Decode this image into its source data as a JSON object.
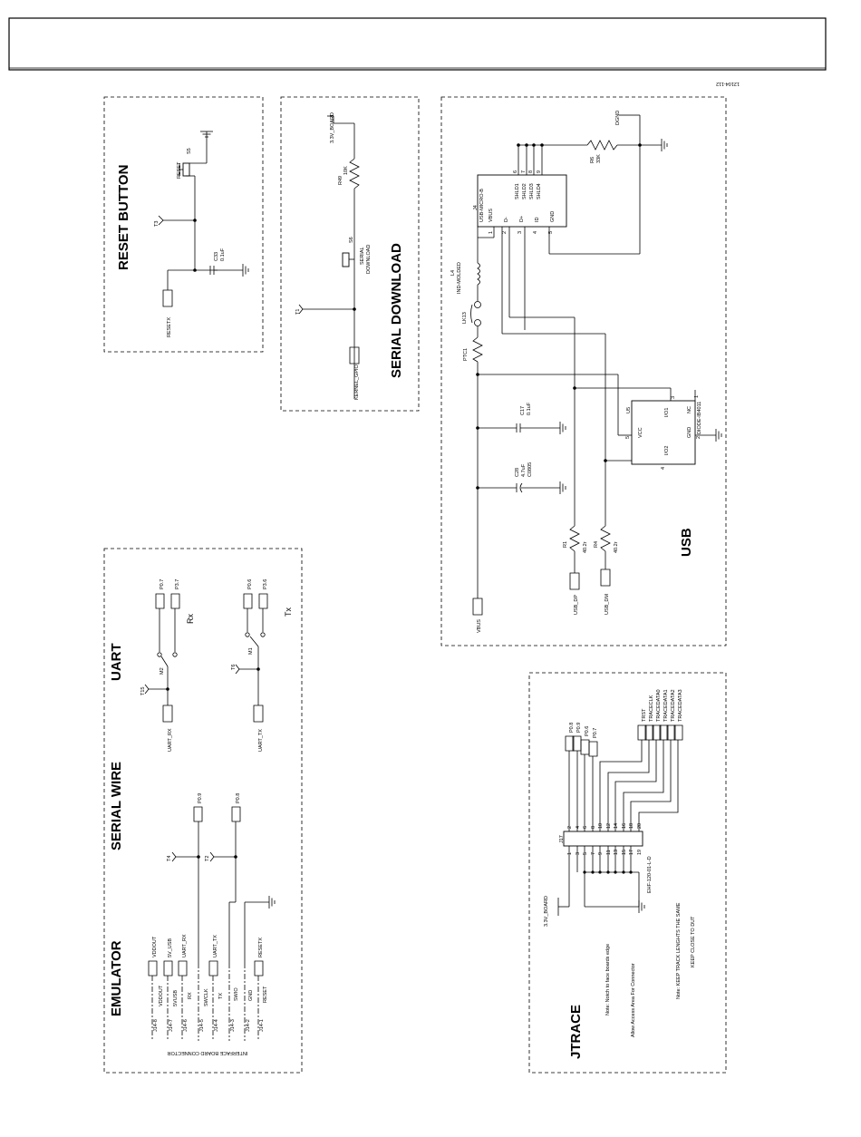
{
  "figure_id": "12104-112",
  "sections": {
    "reset_button": {
      "title": "RESET BUTTON",
      "parts": {
        "switch_ref": "S5",
        "switch_name": "RESET",
        "cap_ref": "C33",
        "cap_value": "0.1uF",
        "test_point": "T3",
        "port": "RESETX"
      }
    },
    "serial_download": {
      "title": "SERIAL DOWNLOAD",
      "parts": {
        "supply": "3.3V_BOARD",
        "res_ref": "R49",
        "res_value": "10K",
        "switch_ref": "S6",
        "switch_name_1": "SERIAL",
        "switch_name_2": "DOWNLOAD",
        "test_point": "T1",
        "port": "KERNEL_GPIO"
      }
    },
    "usb": {
      "title": "USB",
      "connector": {
        "ref": "J4",
        "part": "USB-MICRO-B",
        "pins": [
          "VBUS",
          "D-",
          "D+",
          "ID",
          "GND"
        ],
        "pin_nums": [
          "1",
          "2",
          "3",
          "4",
          "5"
        ],
        "shield": [
          "SHLD1",
          "SHLD2",
          "SHLD3",
          "SHLD4"
        ],
        "shield_nums": [
          "6",
          "7",
          "8",
          "9"
        ]
      },
      "dgnd": "DGND",
      "r6": {
        "ref": "R6",
        "value": "33K"
      },
      "l4": {
        "ref": "L4",
        "value": "IND-MOLDED"
      },
      "lk13": "LK13",
      "ptc1": "PTC1",
      "c17": {
        "ref": "C17",
        "value": "0.1uF"
      },
      "c28": {
        "ref": "C28",
        "value": "4.7uF",
        "pkg": "C0805"
      },
      "r1": {
        "ref": "R1",
        "value": "40.2r"
      },
      "r4": {
        "ref": "R4",
        "value": "40.2r"
      },
      "u5": {
        "ref": "U5",
        "part": "DIODE-IB4011",
        "pins": [
          "VCC",
          "I/O1",
          "GND",
          "I/O2",
          "NC"
        ],
        "pin_nums": [
          "5",
          "3",
          "2",
          "4",
          "1"
        ]
      },
      "ports": [
        "VBUS",
        "USB_DP",
        "USB_DM"
      ]
    },
    "uart": {
      "title": "UART",
      "rx": {
        "label": "Rx",
        "mux": "M2",
        "tp": "T15",
        "port": "UART_RX",
        "p1": "P0.7",
        "p2": "P3.7"
      },
      "tx": {
        "label": "Tx",
        "mux": "M1",
        "tp": "T6",
        "port": "UART_TX",
        "p1": "P0.6",
        "p2": "P3.6"
      }
    },
    "serial_wire": {
      "title": "SERIAL WIRE",
      "t4": "T4",
      "t2": "T2",
      "p1": "P0.9",
      "p2": "P0.8"
    },
    "emulator": {
      "title": "EMULATOR",
      "connector": "INTERFACE BOARD CONNECTOR",
      "pins": [
        {
          "pin": "J14-8",
          "sig": "VDDOUT",
          "net": "VDDOUT"
        },
        {
          "pin": "J14-7",
          "sig": "5VUSB",
          "net": "5V_USB"
        },
        {
          "pin": "J14-6",
          "sig": "RX",
          "net": "UART_RX"
        },
        {
          "pin": "J14-5",
          "sig": "SWCLK",
          "net": ""
        },
        {
          "pin": "J14-4",
          "sig": "TX",
          "net": "UART_TX"
        },
        {
          "pin": "J14-3",
          "sig": "SWIO",
          "net": ""
        },
        {
          "pin": "J14-2",
          "sig": "GND",
          "net": ""
        },
        {
          "pin": "J14-1",
          "sig": "RESET",
          "net": "RESETX"
        }
      ]
    },
    "jtrace": {
      "title": "JTRACE",
      "connector": {
        "ref": "J17",
        "part": "EHF-120-01-L-D"
      },
      "supply": "3.3V_BOARD",
      "odd_pins": [
        "1",
        "3",
        "5",
        "7",
        "9",
        "11",
        "13",
        "15",
        "17",
        "19"
      ],
      "even_pins": [
        "2",
        "4",
        "6",
        "8",
        "10",
        "12",
        "14",
        "16",
        "18",
        "20"
      ],
      "ports_a": [
        "P0.8",
        "P0.9",
        "P0.6",
        "P0.7"
      ],
      "ports_b": [
        "TRST",
        "TRACECLK",
        "TRACEDATA0",
        "TRACEDATA1",
        "TRACEDATA2",
        "TRACEDATA3"
      ],
      "notes": [
        "Note: Notch to face boards edge",
        "Allow Access Area For Connector",
        "Note: KEEP TRACK LENGHTS THE SAME",
        "KEEP CLOSE TO DUT"
      ]
    }
  }
}
